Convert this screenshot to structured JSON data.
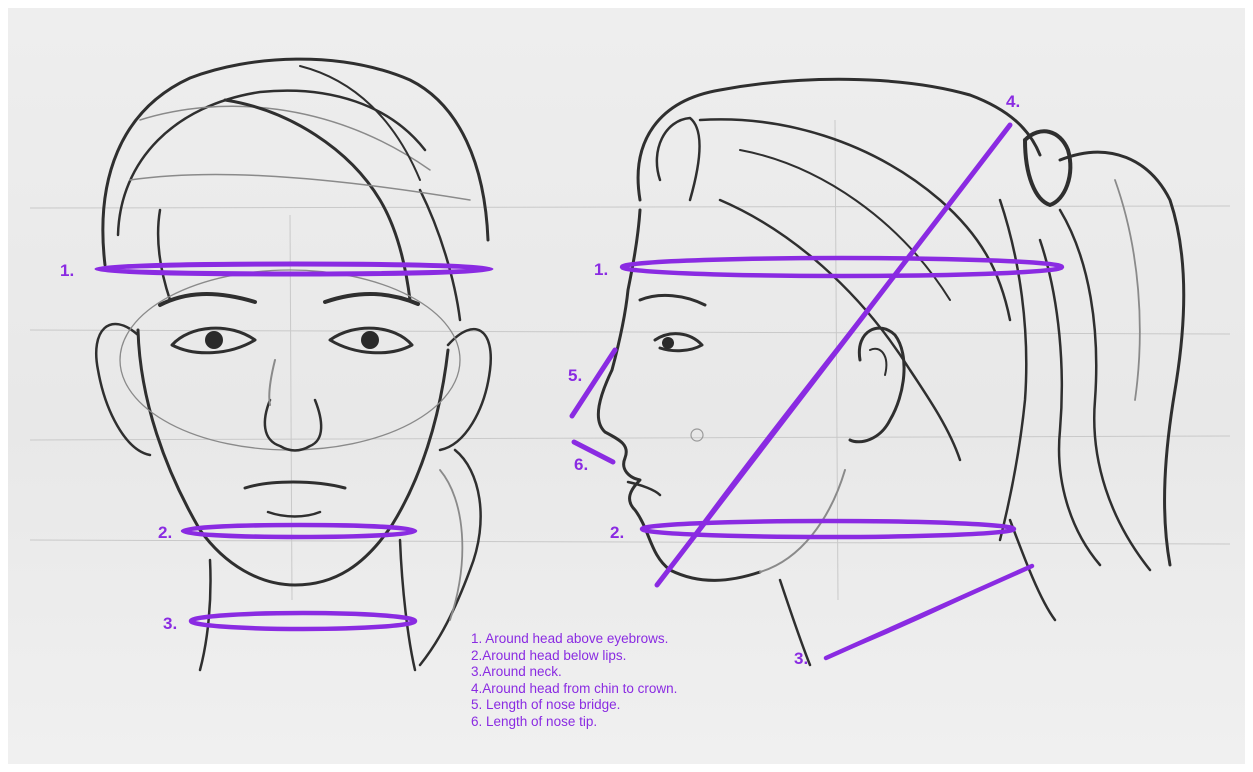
{
  "colors": {
    "measure_line": "#8a2be2",
    "sketch_line": "#2f2f2f",
    "paper": "#ececec"
  },
  "front_view": {
    "labels": [
      "1.",
      "2.",
      "3."
    ]
  },
  "side_view": {
    "labels": [
      "1.",
      "2.",
      "3.",
      "4.",
      "5.",
      "6."
    ]
  },
  "legend": [
    "1. Around head above eyebrows.",
    "2.Around head below lips.",
    "3.Around neck.",
    "4.Around head from chin to crown.",
    "5. Length of nose bridge.",
    "6. Length of nose tip."
  ]
}
